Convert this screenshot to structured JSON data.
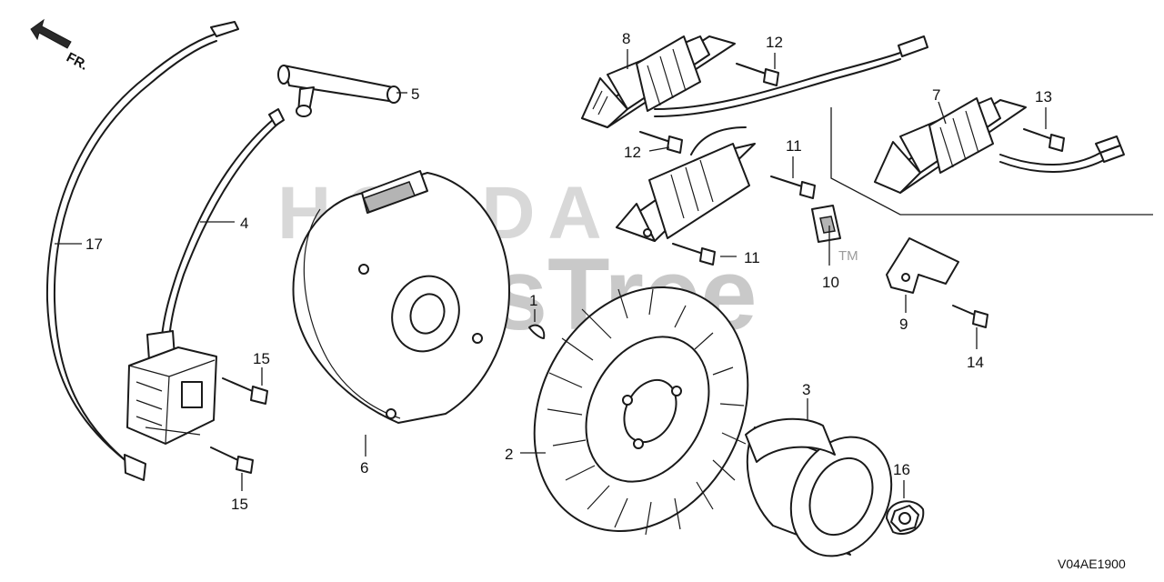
{
  "watermark": {
    "brand": "HONDA",
    "main": "PartsTree",
    "tm": "TM"
  },
  "direction": {
    "label": "FR."
  },
  "diagram_code": "V04AE1900",
  "callouts": {
    "c1": "1",
    "c2": "2",
    "c3": "3",
    "c4": "4",
    "c5": "5",
    "c6": "6",
    "c7": "7",
    "c8": "8",
    "c9": "9",
    "c10": "10",
    "c11a": "11",
    "c11b": "11",
    "c12a": "12",
    "c12b": "12",
    "c13": "13",
    "c14": "14",
    "c15a": "15",
    "c15b": "15",
    "c16": "16",
    "c17": "17"
  }
}
